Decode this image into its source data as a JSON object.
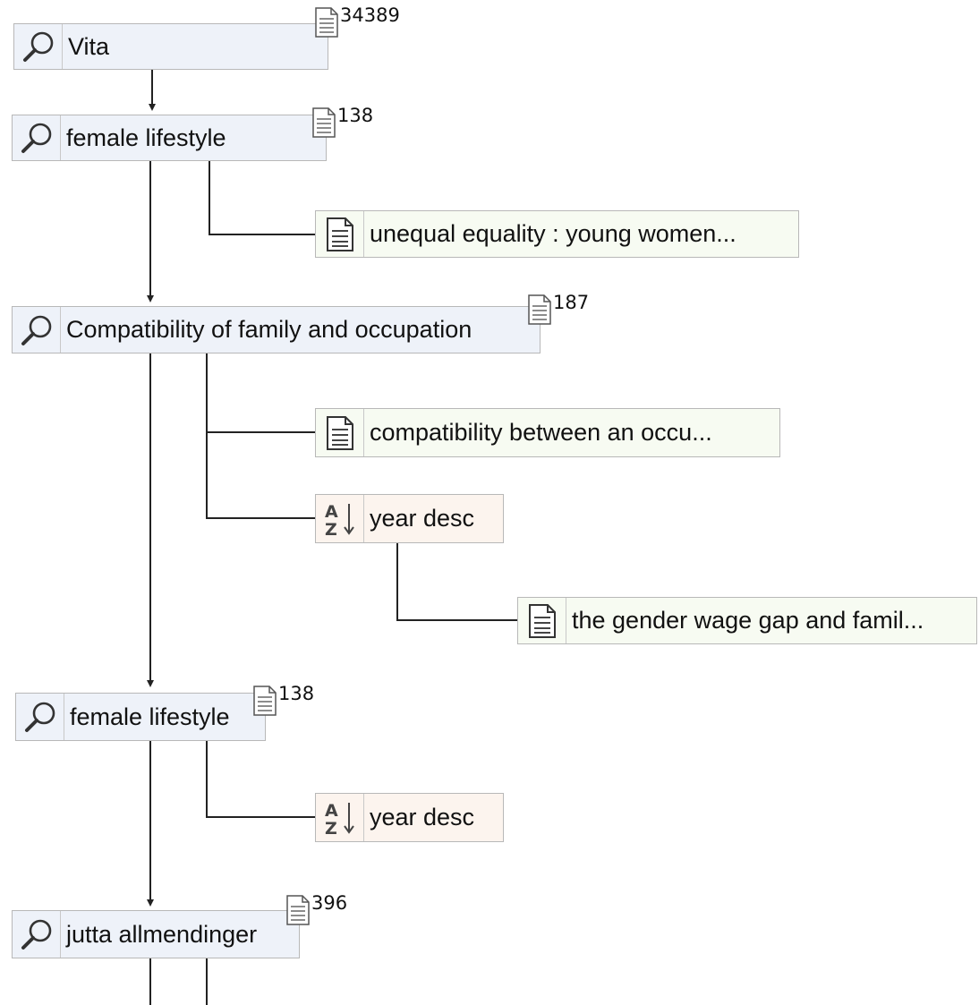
{
  "nodes": {
    "q1": {
      "label": "Vita",
      "count": "34389"
    },
    "q2": {
      "label": "female lifestyle",
      "count": "138"
    },
    "d1": {
      "label": "unequal equality : young women..."
    },
    "q3": {
      "label": "Compatibility of family and occupation",
      "count": "187"
    },
    "d2": {
      "label": "compatibility between an occu..."
    },
    "s1": {
      "label": "year desc"
    },
    "d3": {
      "label": "the gender wage gap and famil..."
    },
    "q4": {
      "label": "female lifestyle",
      "count": "138"
    },
    "s2": {
      "label": "year desc"
    },
    "q5": {
      "label": "jutta allmendinger",
      "count": "396"
    }
  },
  "icons": {
    "query": "magnifier-icon",
    "document": "document-icon",
    "sort": "sort-az-icon",
    "count": "result-count-document-icon"
  }
}
